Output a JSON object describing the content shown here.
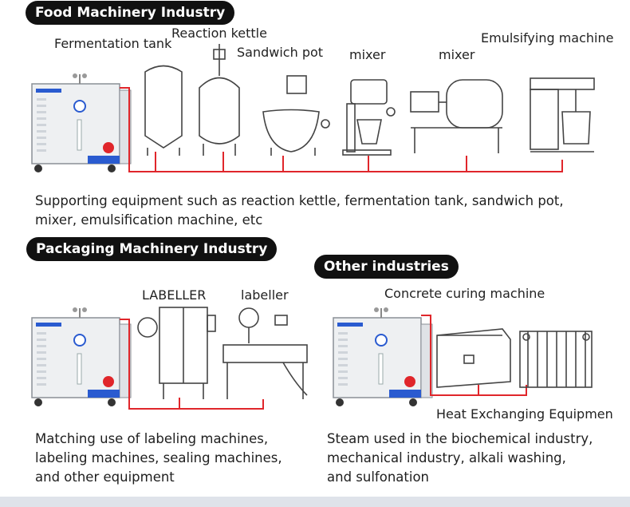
{
  "sections": {
    "food": {
      "title": "Food Machinery Industry",
      "labels": {
        "fermentation_tank": "Fermentation tank",
        "reaction_kettle": "Reaction kettle",
        "sandwich_pot": "Sandwich pot",
        "mixer_1": "mixer",
        "mixer_2": "mixer",
        "emulsifying_machine": "Emulsifying machine"
      },
      "description_line1": "Supporting equipment such as reaction kettle, fermentation tank, sandwich pot,",
      "description_line2": "mixer, emulsification machine, etc"
    },
    "packaging": {
      "title": "Packaging Machinery Industry",
      "labels": {
        "labeller_caps": "LABELLER",
        "labeller": "labeller"
      },
      "description_line1": "Matching use of labeling machines,",
      "description_line2": "labeling machines, sealing machines,",
      "description_line3": "and other equipment"
    },
    "other": {
      "title": "Other industries",
      "labels": {
        "concrete_curing": "Concrete curing machine",
        "heat_exchanging": "Heat Exchanging Equipmen"
      },
      "description_line1": "Steam used in the biochemical industry,",
      "description_line2": "mechanical industry, alkali washing,",
      "description_line3": "and sulfonation"
    }
  },
  "colors": {
    "pipe": "#e0262b",
    "pill_bg": "#111111",
    "machine_line": "#444444",
    "generator_blue": "#2a5bd0"
  }
}
